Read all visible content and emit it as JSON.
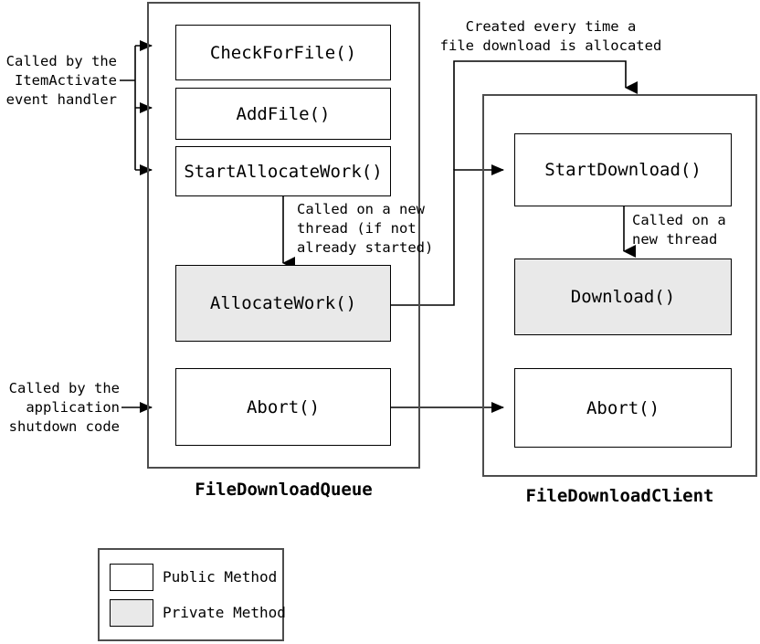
{
  "diagram": {
    "title_left": "FileDownloadQueue",
    "title_right": "FileDownloadClient"
  },
  "queue": {
    "label": "FileDownloadQueue",
    "methods": [
      {
        "name": "CheckForFile()",
        "visibility": "public"
      },
      {
        "name": "AddFile()",
        "visibility": "public"
      },
      {
        "name": "StartAllocateWork()",
        "visibility": "public"
      },
      {
        "name": "AllocateWork()",
        "visibility": "private"
      },
      {
        "name": "Abort()",
        "visibility": "public"
      }
    ]
  },
  "client": {
    "label": "FileDownloadClient",
    "methods": [
      {
        "name": "StartDownload()",
        "visibility": "public"
      },
      {
        "name": "Download()",
        "visibility": "private"
      },
      {
        "name": "Abort()",
        "visibility": "public"
      }
    ]
  },
  "annotations": {
    "item_activate": "Called by the\nItemActivate\nevent handler",
    "new_thread_queue": "Called on a new\nthread (if not\nalready started)",
    "shutdown": "Called by the\napplication\nshutdown code",
    "created_every_time": "Created every time a\nfile download is allocated",
    "new_thread_client": "Called on a\nnew thread"
  },
  "legend": {
    "items": [
      {
        "swatch": "public",
        "label": "Public Method"
      },
      {
        "swatch": "private",
        "label": "Private Method"
      }
    ]
  },
  "colors": {
    "stroke": "#000000",
    "container_stroke": "#4d4d4d",
    "public_fill": "#ffffff",
    "private_fill": "#e9e9e9",
    "background": "#ffffff"
  }
}
